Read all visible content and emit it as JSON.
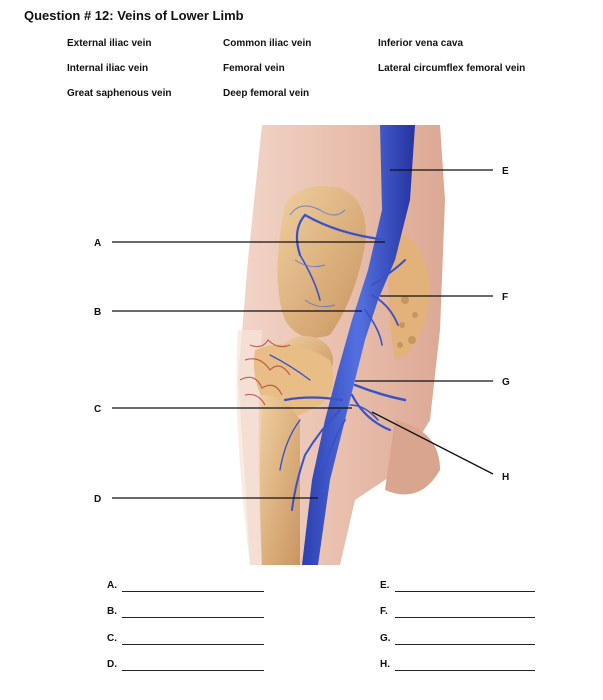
{
  "title": "Question # 12: Veins of Lower Limb",
  "word_bank": [
    "External iliac vein",
    "Common iliac vein",
    "Inferior vena cava",
    "Internal iliac vein",
    "Femoral vein",
    "Lateral circumflex femoral vein",
    "Great saphenous vein",
    "Deep femoral vein"
  ],
  "labels": {
    "left": [
      "A",
      "B",
      "C",
      "D"
    ],
    "right": [
      "E",
      "F",
      "G",
      "H"
    ]
  },
  "answers": {
    "left": [
      "A.",
      "B.",
      "C.",
      "D."
    ],
    "right": [
      "E.",
      "F.",
      "G.",
      "H."
    ]
  }
}
